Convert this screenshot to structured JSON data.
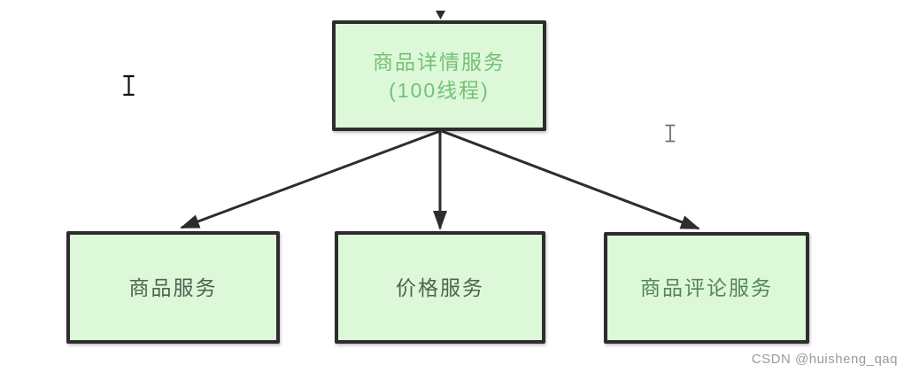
{
  "diagram": {
    "type": "flow-fanout",
    "background": "#ffffff",
    "box_fill": "#ddf7d9",
    "box_border_color": "#2d2d2d",
    "arrow_color": "#2d2d2d",
    "nodes": [
      {
        "id": "product-detail-service",
        "line1": "商品详情服务",
        "line2": "(100线程)",
        "text_color": "#74c178",
        "role": "source"
      },
      {
        "id": "product-service",
        "label": "商品服务",
        "text_color": "#4d6350",
        "role": "target"
      },
      {
        "id": "price-service",
        "label": "价格服务",
        "text_color": "#4d6350",
        "role": "target"
      },
      {
        "id": "product-review-service",
        "label": "商品评论服务",
        "text_color": "#55855b",
        "role": "target"
      }
    ],
    "edges": [
      {
        "from": "product-detail-service",
        "to": "product-service"
      },
      {
        "from": "product-detail-service",
        "to": "price-service"
      },
      {
        "from": "product-detail-service",
        "to": "product-review-service"
      },
      {
        "from": "offscreen-top",
        "to": "product-detail-service"
      }
    ]
  },
  "cursors": [
    {
      "type": "text-ibeam",
      "color": "#111111"
    },
    {
      "type": "text-ibeam",
      "color": "#6f6f6f"
    }
  ],
  "watermark": {
    "text": "CSDN @huisheng_qaq",
    "color": "#9b9b9b"
  }
}
